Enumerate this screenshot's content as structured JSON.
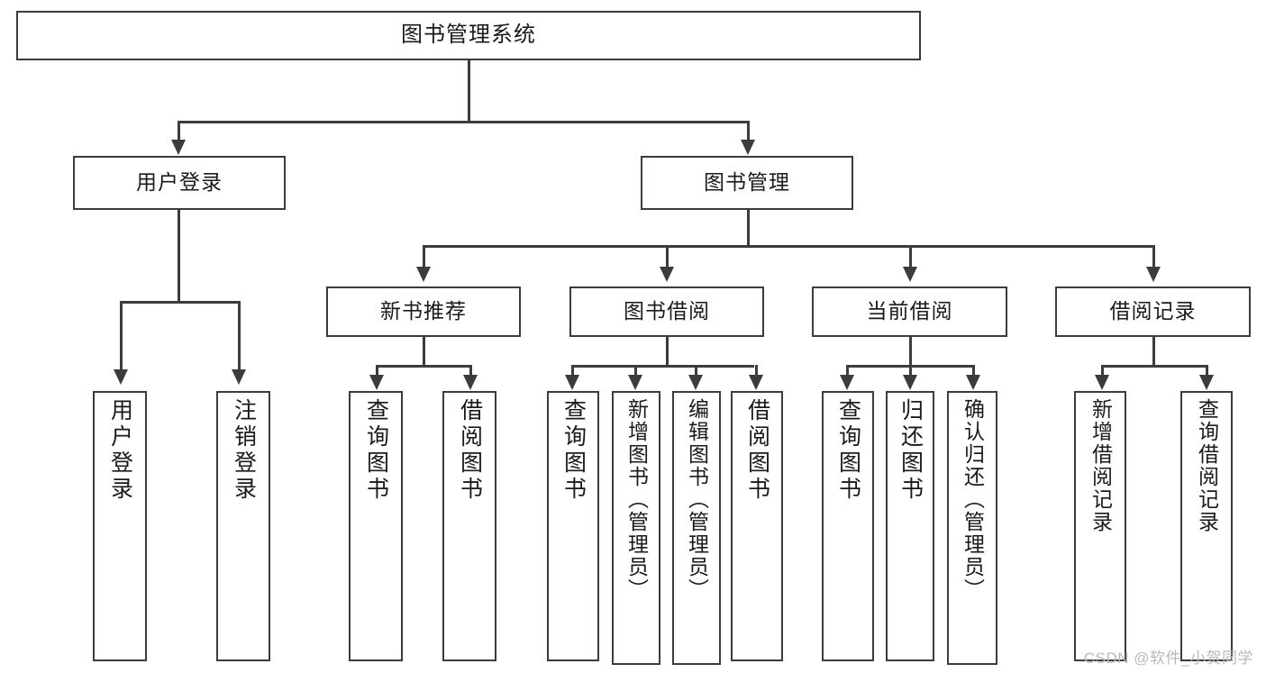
{
  "diagram": {
    "type": "hierarchy-tree",
    "title": "图书管理系统",
    "line_color": "#3c3c3c",
    "box_fill": "#ffffff",
    "levels": 4,
    "root": {
      "label": "图书管理系统",
      "children": [
        {
          "label": "用户登录",
          "children": [
            {
              "label": "用户登录"
            },
            {
              "label": "注销登录"
            }
          ]
        },
        {
          "label": "图书管理",
          "children": [
            {
              "label": "新书推荐",
              "children": [
                {
                  "label": "查询图书"
                },
                {
                  "label": "借阅图书"
                }
              ]
            },
            {
              "label": "图书借阅",
              "children": [
                {
                  "label": "查询图书"
                },
                {
                  "label": "新增图书（管理员）"
                },
                {
                  "label": "编辑图书（管理员）"
                },
                {
                  "label": "借阅图书"
                }
              ]
            },
            {
              "label": "当前借阅",
              "children": [
                {
                  "label": "查询图书"
                },
                {
                  "label": "归还图书"
                },
                {
                  "label": "确认归还（管理员）"
                }
              ]
            },
            {
              "label": "借阅记录",
              "children": [
                {
                  "label": "新增借阅记录"
                },
                {
                  "label": "查询借阅记录"
                }
              ]
            }
          ]
        }
      ]
    }
  },
  "nodes": {
    "root": "图书管理系统",
    "l2": {
      "user_login": "用户登录",
      "book_manage": "图书管理"
    },
    "l3": {
      "new_book_rec": "新书推荐",
      "book_borrow": "图书借阅",
      "current_borrow": "当前借阅",
      "borrow_record": "借阅记录"
    },
    "leaves": {
      "user_login_1": "用户登录",
      "user_login_2": "注销登录",
      "new_book_1": "查询图书",
      "new_book_2": "借阅图书",
      "borrow_1": "查询图书",
      "borrow_2": "新增图书（管理员）",
      "borrow_3": "编辑图书（管理员）",
      "borrow_4": "借阅图书",
      "current_1": "查询图书",
      "current_2": "归还图书",
      "current_3": "确认归还（管理员）",
      "record_1": "新增借阅记录",
      "record_2": "查询借阅记录"
    }
  },
  "watermark": {
    "text": "CSDN @软件_小贺同学"
  }
}
